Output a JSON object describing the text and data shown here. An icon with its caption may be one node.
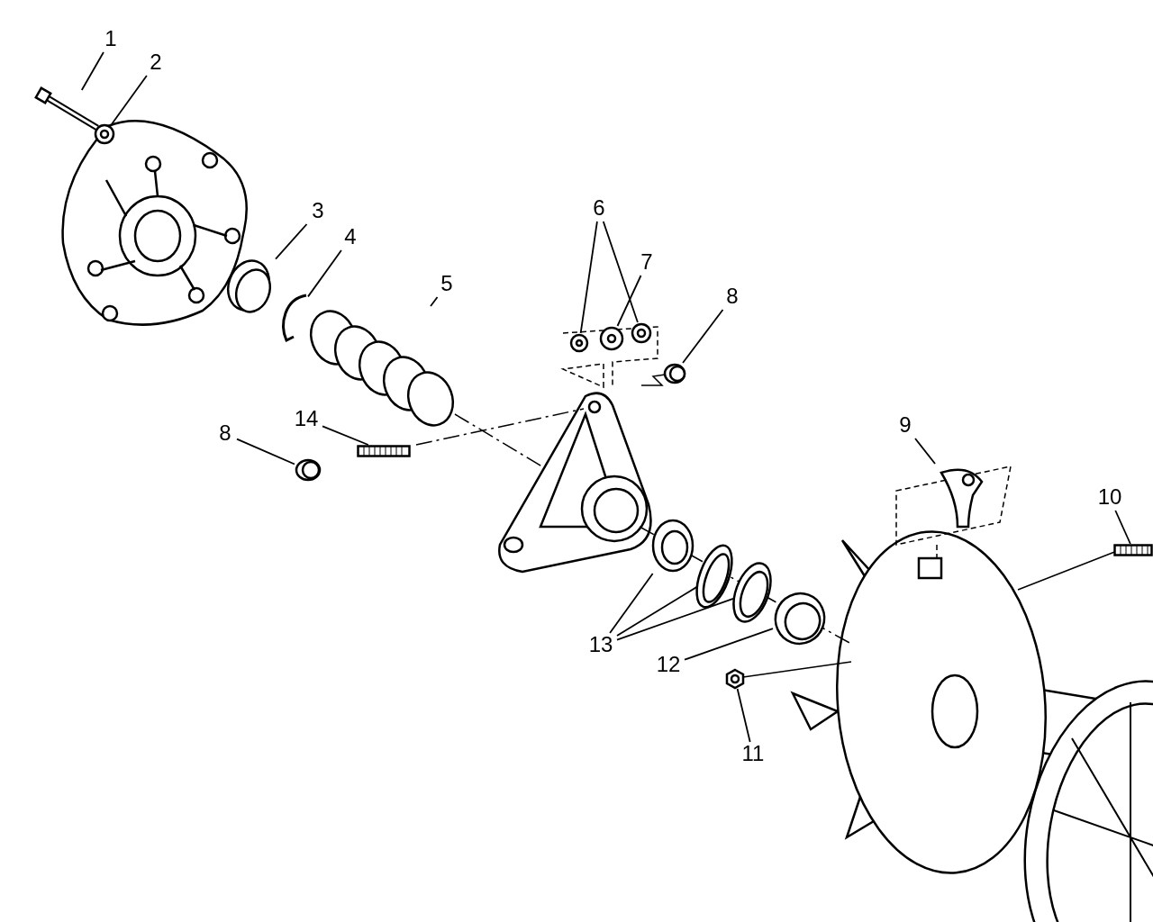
{
  "diagram": {
    "nodes": [
      {
        "text": [
          "1"
        ]
      },
      {
        "text": [
          "2"
        ]
      },
      {
        "text": [
          "3"
        ]
      },
      {
        "text": [
          "4"
        ]
      },
      {
        "text": [
          "5"
        ]
      },
      {
        "text": [
          "6"
        ]
      },
      {
        "text": [
          "7"
        ]
      },
      {
        "text": [
          "8"
        ]
      },
      {
        "text": [
          "14"
        ]
      },
      {
        "text": [
          "8"
        ]
      },
      {
        "text": [
          "9"
        ]
      },
      {
        "text": [
          "10"
        ]
      },
      {
        "text": [
          "13"
        ]
      },
      {
        "text": [
          "12"
        ]
      },
      {
        "text": [
          "11"
        ]
      },
      {
        "text": [],
        "shape": "picture"
      },
      {
        "text": [],
        "shape": "picture"
      },
      {
        "text": [],
        "shape": "picture"
      },
      {
        "text": [],
        "shape": "picture"
      },
      {
        "text": [],
        "shape": "picture"
      },
      {
        "text": [],
        "shape": "picture"
      },
      {
        "text": [],
        "shape": "picture"
      },
      {
        "text": [],
        "shape": "picture"
      },
      {
        "text": [],
        "shape": "picture"
      },
      {
        "text": [],
        "shape": "box"
      },
      {
        "text": [],
        "shape": "picture"
      },
      {
        "text": [],
        "shape": "picture"
      },
      {
        "text": [],
        "shape": "box"
      },
      {
        "text": [],
        "shape": "picture"
      },
      {
        "text": [],
        "shape": "picture"
      },
      {
        "text": [],
        "shape": "picture"
      },
      {
        "text": [],
        "shape": "picture"
      },
      {
        "text": [],
        "shape": "picture"
      }
    ],
    "edges": [
      {
        "from": 0,
        "to": 15,
        "arrow": "none"
      },
      {
        "from": 1,
        "to": 16,
        "arrow": "none"
      },
      {
        "from": 2,
        "to": 17,
        "arrow": "none"
      },
      {
        "from": 3,
        "to": 18,
        "arrow": "none"
      },
      {
        "from": 4,
        "to": 19,
        "arrow": "none"
      },
      {
        "from": 5,
        "to": 20,
        "arrow": "none"
      },
      {
        "from": 5,
        "to": 21,
        "arrow": "none"
      },
      {
        "from": 6,
        "to": 22,
        "arrow": "none"
      },
      {
        "from": 7,
        "to": 23,
        "arrow": "none"
      },
      {
        "from": 8,
        "to": 24,
        "arrow": "none"
      },
      {
        "from": 9,
        "to": 25,
        "arrow": "none"
      },
      {
        "from": 10,
        "to": 26,
        "arrow": "none"
      },
      {
        "from": 11,
        "to": 27,
        "arrow": "none"
      },
      {
        "from": 12,
        "to": 28,
        "arrow": "none"
      },
      {
        "from": 12,
        "to": 29,
        "arrow": "none"
      },
      {
        "from": 12,
        "to": 30,
        "arrow": "none"
      },
      {
        "from": 13,
        "to": 31,
        "arrow": "none"
      },
      {
        "from": 14,
        "to": 32,
        "arrow": "none"
      }
    ]
  }
}
